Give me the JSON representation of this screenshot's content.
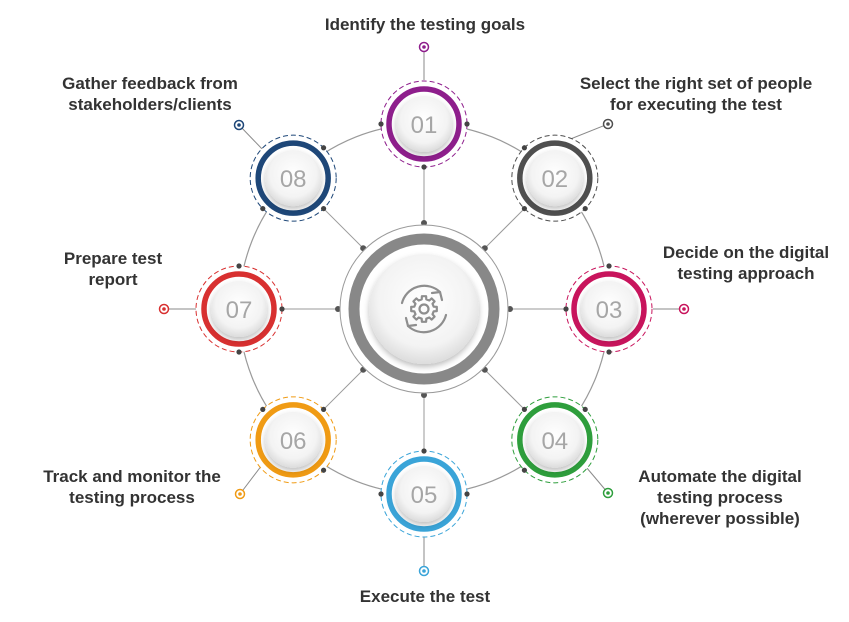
{
  "center": {
    "icon": "gear-sync-icon",
    "ring_color": "#888888"
  },
  "steps": [
    {
      "number": "01",
      "color": "#8e1e8c",
      "lines": [
        "Identify the testing goals"
      ]
    },
    {
      "number": "02",
      "color": "#4f4f4f",
      "lines": [
        "Select the right set of people",
        "for executing the test"
      ]
    },
    {
      "number": "03",
      "color": "#c8145c",
      "lines": [
        "Decide on the digital",
        "testing approach"
      ]
    },
    {
      "number": "04",
      "color": "#2e9e3c",
      "lines": [
        "Automate the digital",
        "testing process",
        "(wherever possible)"
      ]
    },
    {
      "number": "05",
      "color": "#3aa4d8",
      "lines": [
        "Execute the test"
      ]
    },
    {
      "number": "06",
      "color": "#f09b14",
      "lines": [
        "Track and monitor the",
        "testing process"
      ]
    },
    {
      "number": "07",
      "color": "#d83030",
      "lines": [
        "Prepare test",
        "report"
      ]
    },
    {
      "number": "08",
      "color": "#1e4778",
      "lines": [
        "Gather feedback from",
        "stakeholders/clients"
      ]
    }
  ]
}
